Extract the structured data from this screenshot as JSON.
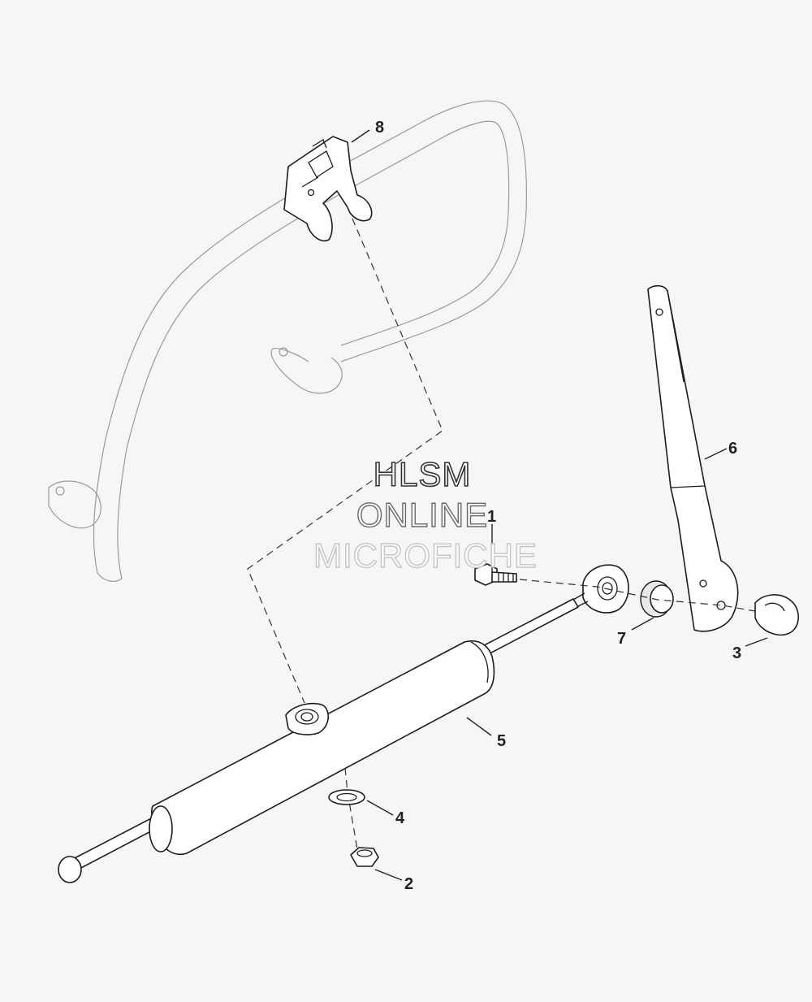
{
  "watermark": {
    "line1": "HLSM",
    "line2": "ONLINE",
    "line3": "MICROFICHE"
  },
  "callouts": {
    "c1": "1",
    "c2": "2",
    "c3": "3",
    "c4": "4",
    "c5": "5",
    "c6": "6",
    "c7": "7",
    "c8": "8"
  }
}
